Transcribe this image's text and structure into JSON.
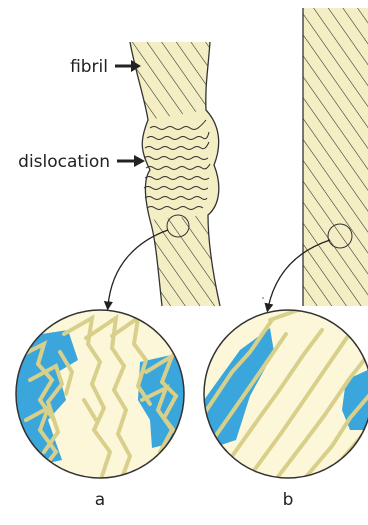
{
  "labels": {
    "fibril": "fibril",
    "dislocation": "dislocation",
    "panel_a": "a",
    "panel_b": "b"
  },
  "colors": {
    "fibril_fill": "#f3eec4",
    "stripe": "#2a2a2a",
    "outline": "#333333",
    "circle_bg": "#fbf7d8",
    "circle_line": "#d8d08a",
    "water": "#3aa6dc",
    "text": "#222222"
  }
}
